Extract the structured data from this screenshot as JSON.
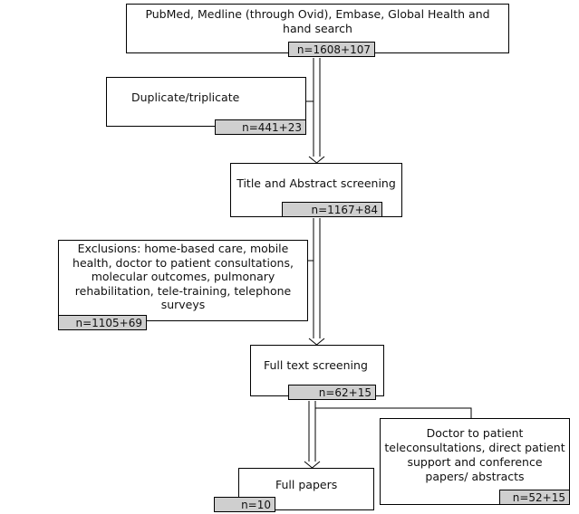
{
  "nodes": {
    "sources": {
      "label": "PubMed, Medline (through Ovid), Embase, Global Health and hand search",
      "count": "n=1608+107"
    },
    "duplicates": {
      "label": "Duplicate/triplicate",
      "count": "n=441+23"
    },
    "title_abstract": {
      "label": "Title  and Abstract screening",
      "count": "n=1167+84"
    },
    "exclusions": {
      "label": "Exclusions: home-based care, mobile health, doctor to patient consultations, molecular outcomes, pulmonary rehabilitation, tele-training, telephone surveys",
      "count": "n=1105+69"
    },
    "full_text": {
      "label": "Full text screening",
      "count": "n=62+15"
    },
    "doctor_patient": {
      "label": "Doctor to patient teleconsultations, direct patient support and conference papers/ abstracts",
      "count": "n=52+15"
    },
    "full_papers": {
      "label": "Full papers",
      "count": "n=10"
    }
  }
}
